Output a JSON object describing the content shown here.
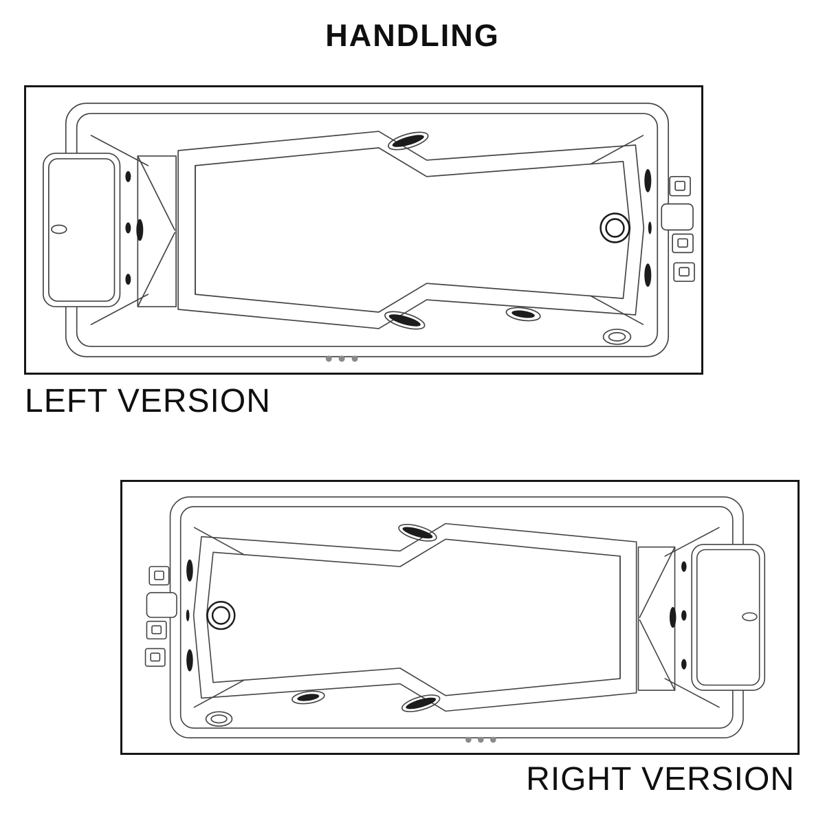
{
  "page": {
    "title": "HANDLING"
  },
  "diagrams": {
    "left": {
      "label": "LEFT VERSION",
      "type": "bathtub-top-view",
      "orientation": "headrest-left"
    },
    "right": {
      "label": "RIGHT VERSION",
      "type": "bathtub-top-view",
      "orientation": "headrest-right"
    }
  },
  "colors": {
    "line": "#444444",
    "ink": "#1c1c1c",
    "frame": "#161616",
    "text": "#0f0f0f",
    "dots": "#8a8a8a",
    "background": "#ffffff"
  }
}
